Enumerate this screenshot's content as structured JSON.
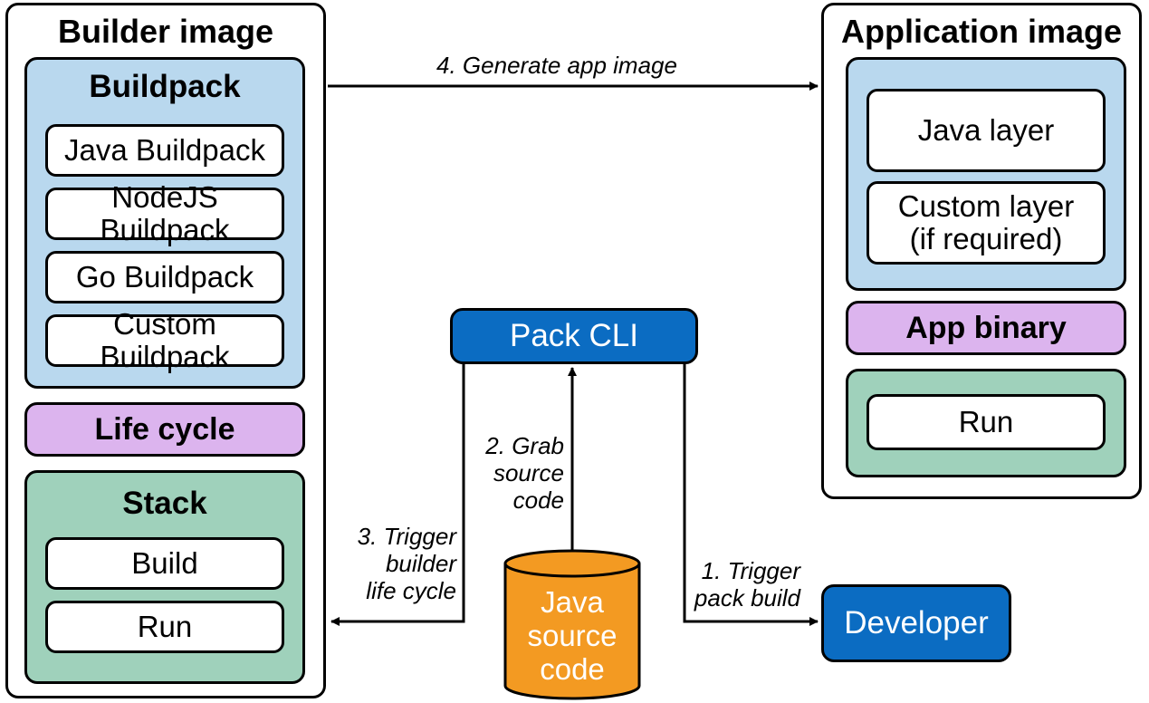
{
  "builder": {
    "title": "Builder image",
    "buildpack": {
      "title": "Buildpack",
      "items": [
        "Java Buildpack",
        "NodeJS Buildpack",
        "Go Buildpack",
        "Custom Buildpack"
      ]
    },
    "lifecycle": "Life cycle",
    "stack": {
      "title": "Stack",
      "items": [
        "Build",
        "Run"
      ]
    }
  },
  "application": {
    "title": "Application image",
    "layers": [
      "Java layer",
      "Custom layer\n(if required)"
    ],
    "app_binary": "App binary",
    "run": "Run"
  },
  "pack_cli": "Pack CLI",
  "developer": "Developer",
  "source": "Java\nsource\ncode",
  "steps": {
    "step1": "1. Trigger\npack build",
    "step2": "2. Grab\nsource\ncode",
    "step3": "3. Trigger\nbuilder\nlife cycle",
    "step4": "4. Generate app image"
  },
  "colors": {
    "buildpack_bg": "#b9d8ee",
    "lifecycle_bg": "#dcb4ee",
    "stack_bg": "#9fd1bb",
    "pack_cli_bg": "#0b6cc2",
    "source_bg": "#f39a22"
  }
}
